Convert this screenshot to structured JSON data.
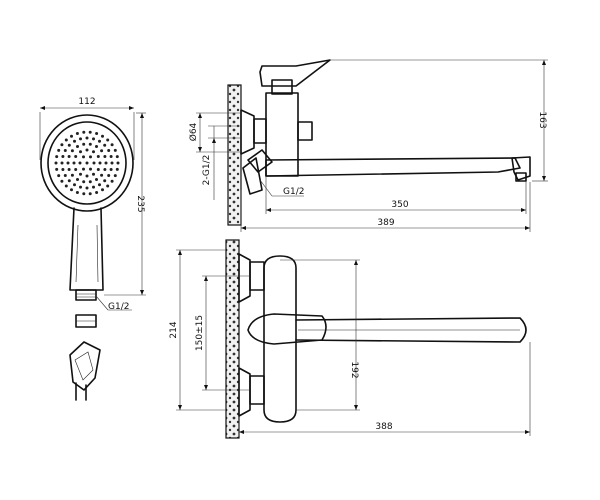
{
  "dimensions": {
    "head_width": "112",
    "head_height": "235",
    "hose_thread": "G1/2",
    "shower_d": "Ø64",
    "inlet_thread": "2-G1/2",
    "spout_thread": "G1/2",
    "spout_reach": "350",
    "total_reach": "389",
    "body_height": "163",
    "plate_height": "214",
    "eccentric": "150±15",
    "spout_height": "192",
    "front_reach": "388"
  }
}
